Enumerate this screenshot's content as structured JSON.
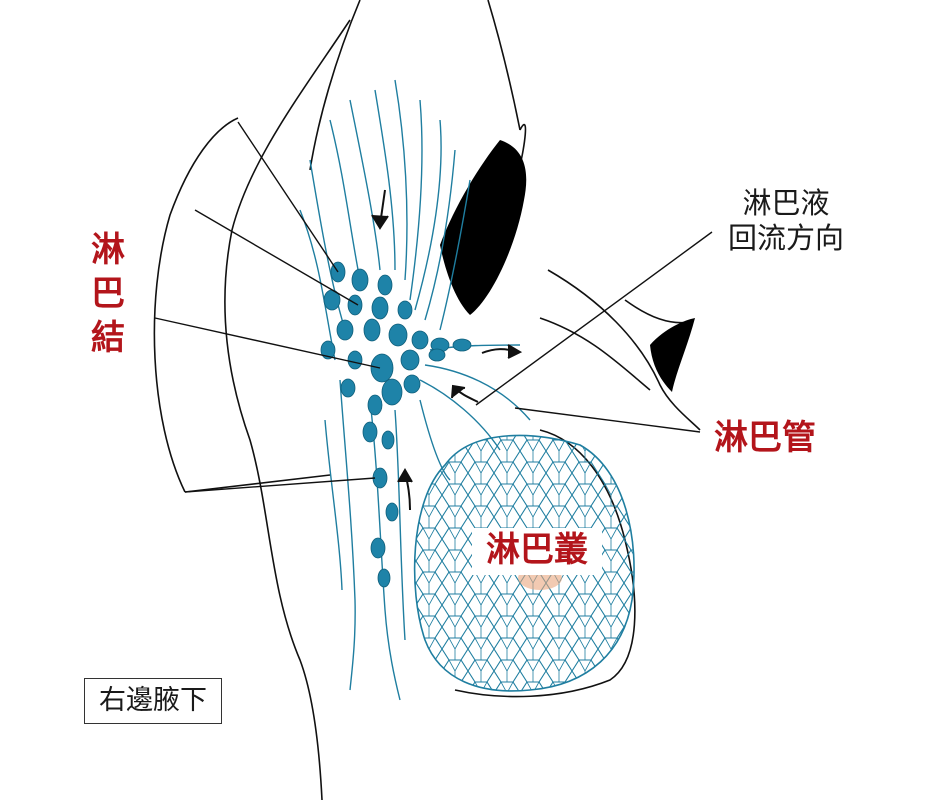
{
  "labels": {
    "lymph_node": "淋巴結",
    "flow_direction_line1": "淋巴液",
    "flow_direction_line2": "回流方向",
    "lymph_vessel": "淋巴管",
    "lymph_plexus": "淋巴叢",
    "right_axilla": "右邊腋下"
  },
  "colors": {
    "label_red": "#b3151b",
    "lymph_blue": "#1f7ea0",
    "node_fill": "#1e83a8",
    "outline": "#111111"
  },
  "icons": [
    "flow-arrow-icon"
  ]
}
